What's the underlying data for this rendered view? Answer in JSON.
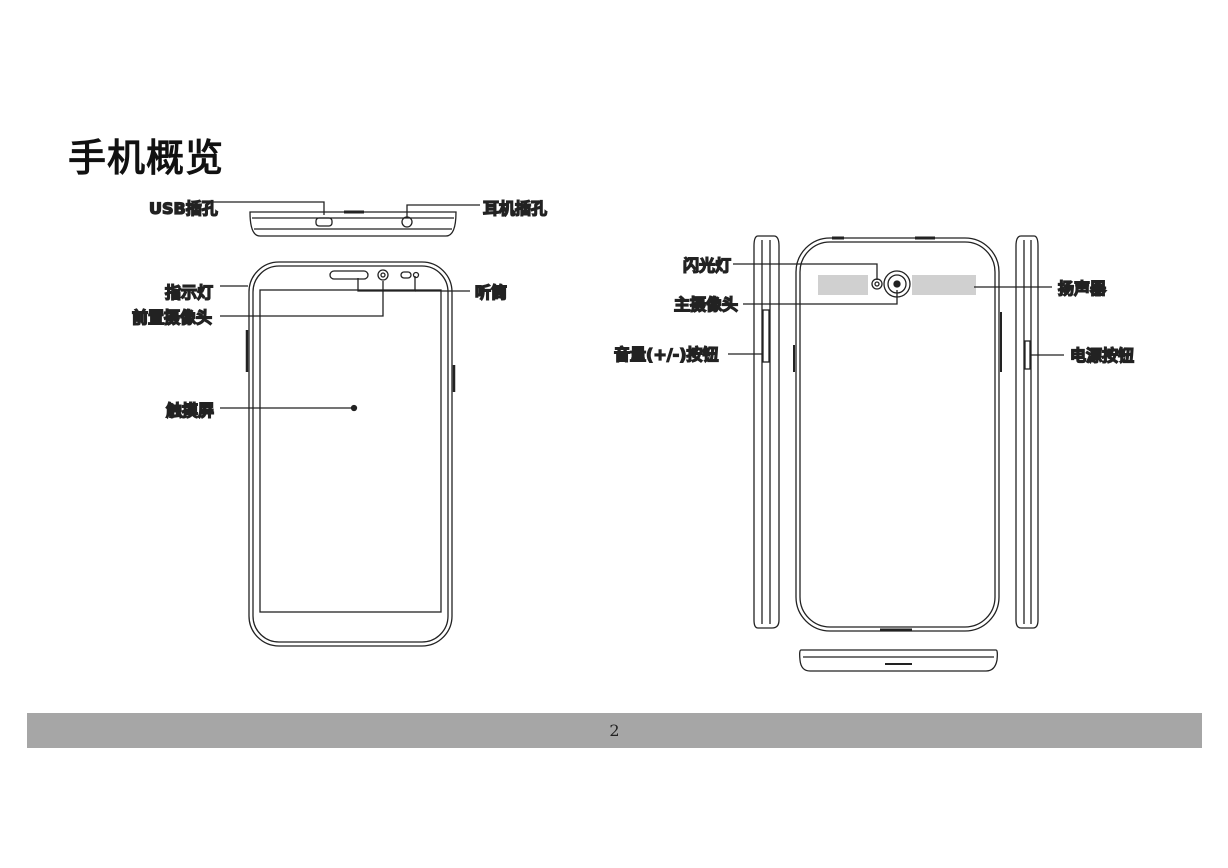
{
  "title": "手机概览",
  "labels": {
    "usb_port": "USB插孔",
    "headphone_jack": "耳机插孔",
    "indicator": "指示灯",
    "earpiece": "听筒",
    "front_camera": "前置摄像头",
    "touchscreen": "触摸屏",
    "flash": "闪光灯",
    "main_camera": "主摄像头",
    "speaker": "扬声器",
    "volume_button": "音量(+/-)按钮",
    "power_button": "电源按钮"
  },
  "page_number": "2",
  "colors": {
    "footer_bar": "#a6a6a6",
    "line_art": "#222222"
  }
}
